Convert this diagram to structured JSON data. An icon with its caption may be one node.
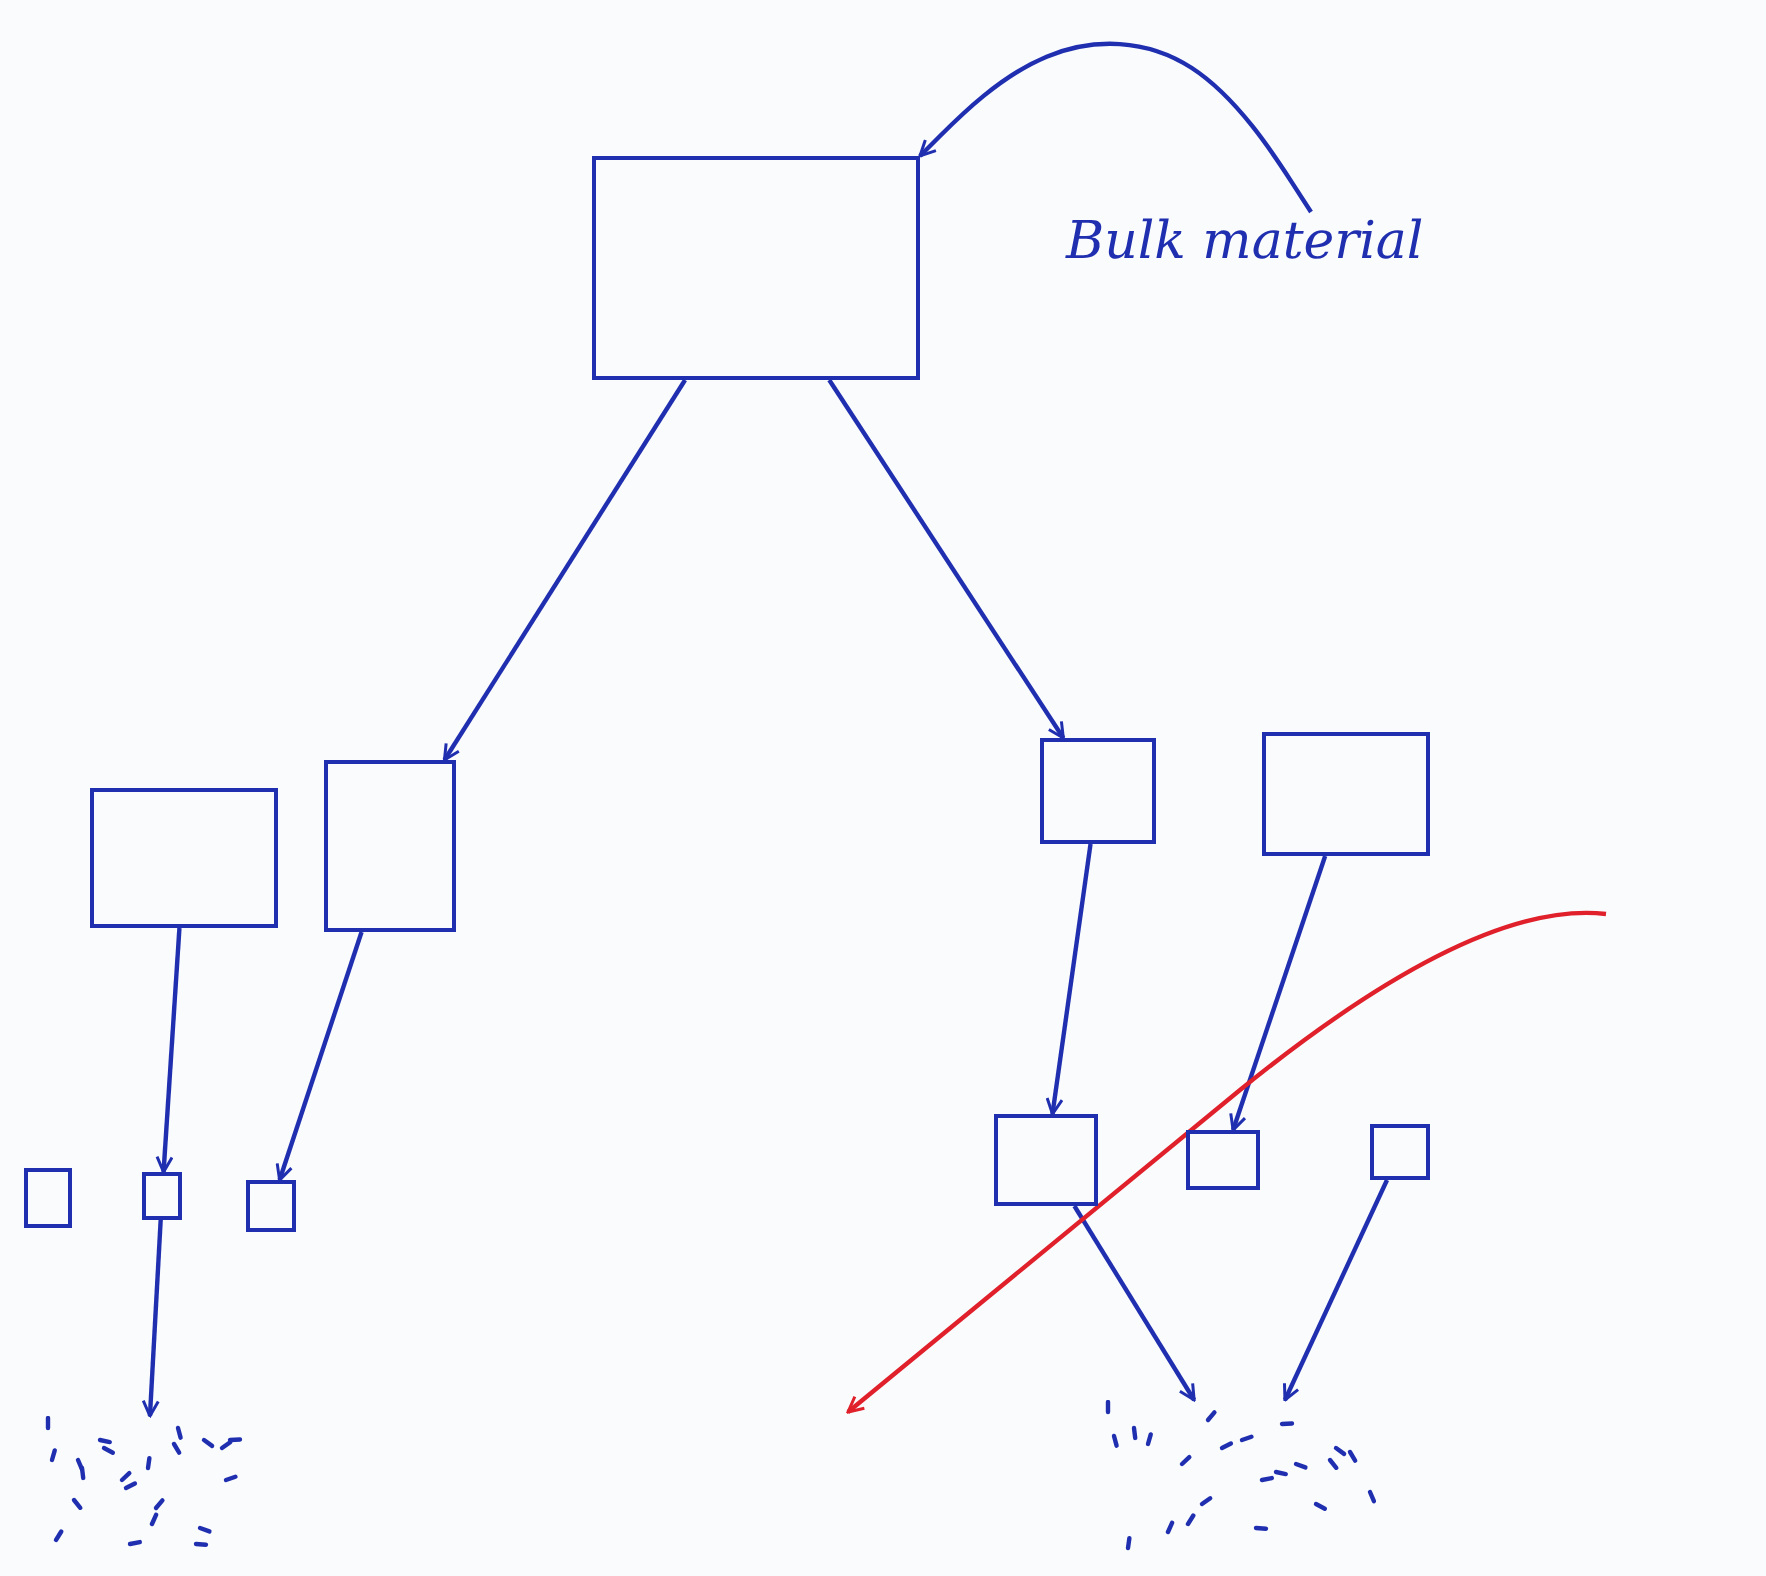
{
  "diagram": {
    "nodes": [
      {
        "text": [
          "Bulk material"
        ]
      },
      {
        "text": [],
        "shape": "box"
      },
      {
        "text": [],
        "shape": "box"
      },
      {
        "text": [],
        "shape": "box"
      },
      {
        "text": [],
        "shape": "box"
      },
      {
        "text": [],
        "shape": "box"
      },
      {
        "text": [],
        "shape": "box"
      },
      {
        "text": [],
        "shape": "picture"
      },
      {
        "text": [],
        "shape": "box"
      },
      {
        "text": [],
        "shape": "box"
      },
      {
        "text": [],
        "shape": "box"
      },
      {
        "text": [],
        "shape": "box"
      },
      {
        "text": [],
        "shape": "box"
      },
      {
        "text": [],
        "shape": "picture"
      }
    ],
    "edges": [
      {
        "from": 0,
        "to": 1,
        "arrow": "to"
      },
      {
        "from": 1,
        "to": 3,
        "arrow": "to"
      },
      {
        "from": 1,
        "to": 8,
        "arrow": "to"
      },
      {
        "from": 2,
        "to": 5,
        "arrow": "to"
      },
      {
        "from": 3,
        "to": 6,
        "arrow": "to"
      },
      {
        "from": 5,
        "to": 7,
        "arrow": "to"
      },
      {
        "from": 8,
        "to": 10,
        "arrow": "to"
      },
      {
        "from": 9,
        "to": 11,
        "arrow": "to"
      },
      {
        "from": 10,
        "to": 13,
        "arrow": "to"
      },
      {
        "from": 12,
        "to": 13,
        "arrow": "to"
      }
    ]
  }
}
